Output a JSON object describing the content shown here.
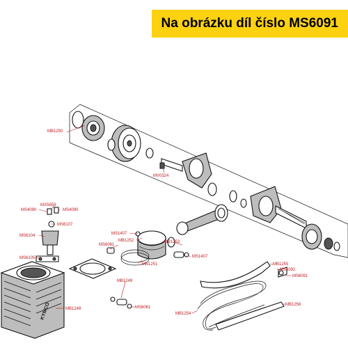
{
  "banner": {
    "text": "Na obrázku díl číslo MS6091",
    "background": "#fcd210"
  },
  "colors": {
    "label": "#c0181f",
    "outline": "#111111"
  },
  "labels": {
    "mb1250": "MB1250",
    "mv0324": "MV0324",
    "ms4090a": "MS4090",
    "mx5659": "MX5659",
    "ms4090b": "MS4090",
    "ms6107": "MS6107",
    "ms6104": "MS6104",
    "ms6105": "MS6105",
    "ms1407a": "MS1407",
    "mb1252": "MB1252",
    "ms6061a": "MS6061",
    "mb1253": "MB1253",
    "ms1407b": "MS1407",
    "mb1251": "MB1251",
    "mb1249": "MB1249",
    "ms6061b": "MS6061",
    "mb1248": "MB1248",
    "mb1255": "MB1255",
    "ms6092": "MS6092",
    "ms6091": "MS6091",
    "mb1254": "MB1254",
    "mb1256": "MB1256",
    "cylinder_stamp": "KYMCO"
  }
}
